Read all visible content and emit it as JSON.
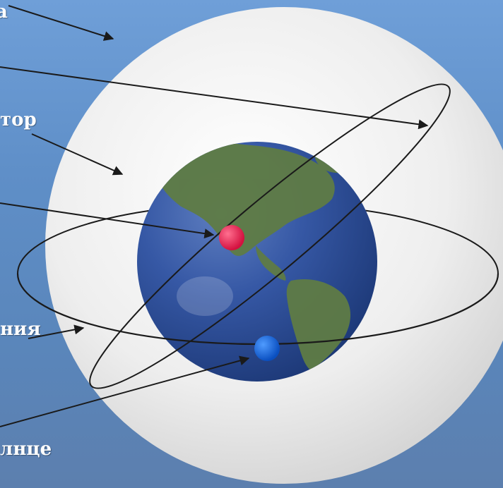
{
  "labels": [
    {
      "id": "label-sphere",
      "text": "а"
    },
    {
      "id": "label-equator",
      "text": "тор"
    },
    {
      "id": "label-ecliptic",
      "text": "ния"
    },
    {
      "id": "label-sun",
      "text": "лнце"
    }
  ],
  "colors": {
    "background_top": "#6f9fd8",
    "background_bottom": "#5c7fae",
    "celestial_sphere": "#e9e9e9",
    "earth_ocean": "#2c4f9a",
    "earth_land": "#5f7c45",
    "red_point": "#e8194d",
    "blue_point": "#1363d8",
    "lines": "#1a1a1a",
    "label_text": "#ffffff"
  },
  "icons": [
    "celestial-sphere",
    "earth-globe",
    "red-point-marker",
    "blue-sun-marker"
  ]
}
